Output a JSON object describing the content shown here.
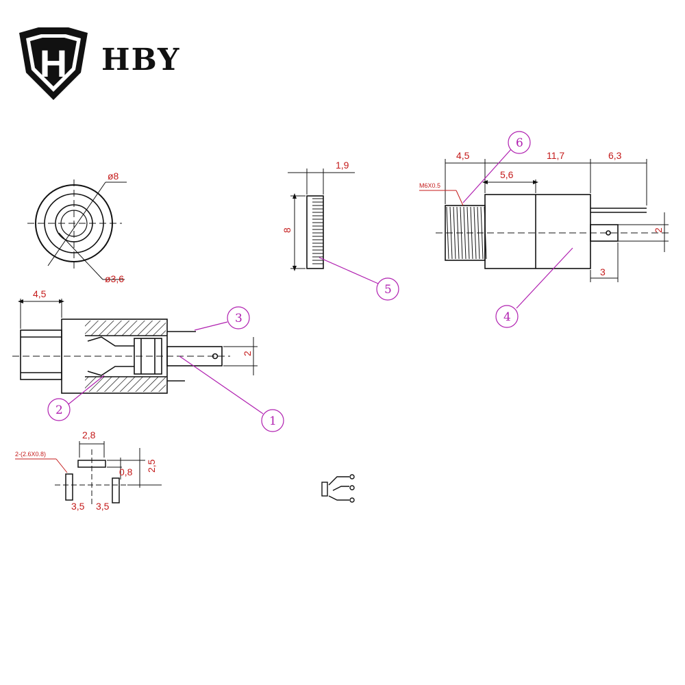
{
  "brand": {
    "name": "HBY",
    "logo_letter": "H"
  },
  "colors": {
    "line": "#111111",
    "dimension": "#c41a1a",
    "callout": "#b020b0",
    "background": "#ffffff"
  },
  "front_view": {
    "outer_diameter": "ø8",
    "inner_diameter": "ø3,6"
  },
  "side_view": {
    "nose_length": "4,5",
    "pin_offset": "2"
  },
  "nut_view": {
    "thickness": "1,9",
    "height": "8"
  },
  "body_view": {
    "thread_length": "4,5",
    "body_length": "11,7",
    "pin_length": "6,3",
    "middle_width": "5,6",
    "thread_spec": "M6X0.5",
    "pin_offset": "2",
    "pin_width": "3"
  },
  "pcb_view": {
    "hole_spec": "2-(2.6X0.8)",
    "slot_width": "2,8",
    "slot_gap": "0,8",
    "height": "2,5",
    "pitch_left": "3,5",
    "pitch_right": "3,5"
  },
  "callouts": [
    "1",
    "2",
    "3",
    "4",
    "5",
    "6"
  ]
}
